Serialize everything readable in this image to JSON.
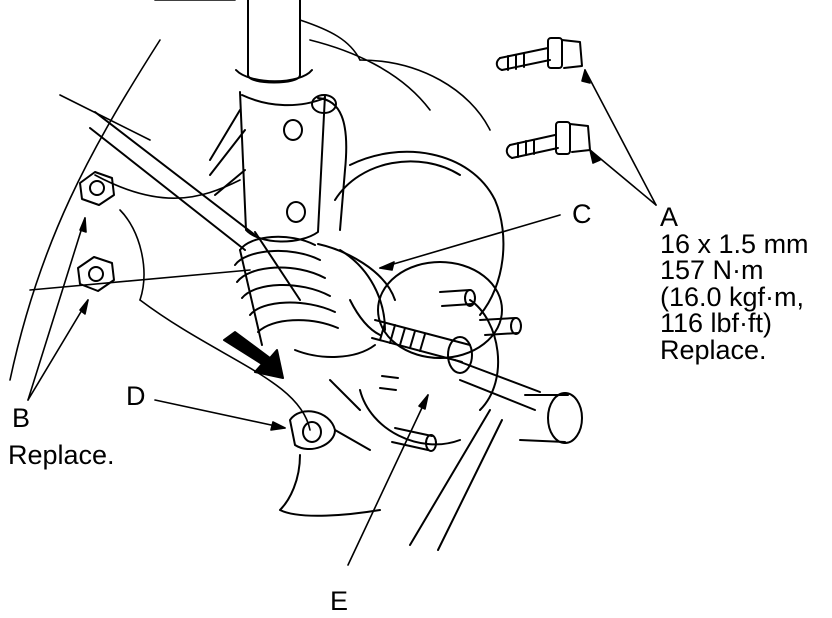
{
  "labels": {
    "a": "A",
    "a_size": "16 x 1.5 mm",
    "a_torque_nm": "157 N·m",
    "a_torque_kgf": "(16.0 kgf·m,",
    "a_torque_lbf": "116 lbf·ft)",
    "a_note": "Replace.",
    "b": "B",
    "b_note": "Replace.",
    "c": "C",
    "d": "D",
    "e": "E"
  },
  "colors": {
    "line": "#000000",
    "background": "#ffffff"
  }
}
